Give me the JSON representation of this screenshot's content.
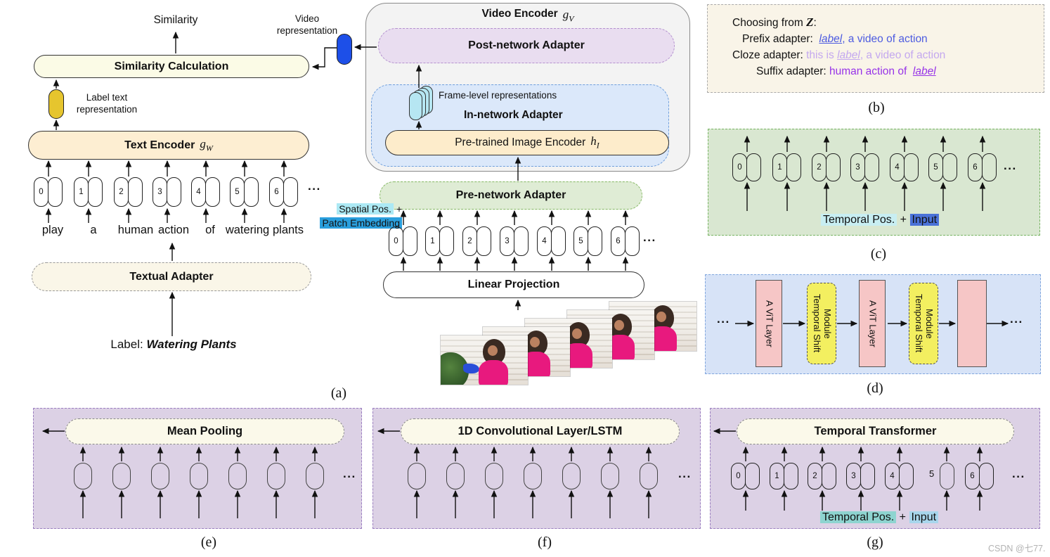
{
  "panel_a": {
    "caption": "(a)",
    "similarity_label": "Similarity",
    "similarity_calculation": "Similarity Calculation",
    "video_representation_line1": "Video",
    "video_representation_line2": "representation",
    "label_repr_line1": "Label text",
    "label_repr_line2": "representation",
    "text_encoder": {
      "title": "Text Encoder",
      "symbol": "g",
      "sub": "W"
    },
    "text_tokens": [
      "0",
      "1",
      "2",
      "3",
      "4",
      "5",
      "6"
    ],
    "words": [
      "play",
      "a",
      "human",
      "action",
      "of",
      "watering",
      "plants"
    ],
    "ellipsis": "...",
    "textual_adapter": "Textual Adapter",
    "label_prefix": "Label: ",
    "label_value": "Watering Plants",
    "video_encoder": {
      "title": "Video Encoder",
      "symbol": "g",
      "sub": "V"
    },
    "post_network_adapter": "Post-network Adapter",
    "in_network_adapter": "In-network Adapter",
    "frame_level": "Frame-level representations",
    "pretrained_image_encoder": {
      "title": "Pre-trained Image Encoder",
      "symbol": "h",
      "sub": "I"
    },
    "pre_network_adapter": "Pre-network Adapter",
    "spatial_pos": "Spatial Pos.",
    "plus": "+",
    "patch_embedding": "Patch  Embedding",
    "patch_tokens": [
      "0",
      "1",
      "2",
      "3",
      "4",
      "5",
      "6"
    ],
    "linear_projection": "Linear Projection"
  },
  "panel_b": {
    "caption": "(b)",
    "choosing": "Choosing from",
    "z_symbol": "Z",
    "colon": ":",
    "prefix_name": "Prefix adapter:",
    "label_word": "label",
    "prefix_rest": ",  a video of action",
    "cloze_name": "Cloze adapter:",
    "cloze_pre": "this is ",
    "cloze_rest": ", a video of action",
    "suffix_name": "Suffix adapter:",
    "suffix_pre": "human action of "
  },
  "panel_c": {
    "caption": "(c)",
    "tokens": [
      "0",
      "1",
      "2",
      "3",
      "4",
      "5",
      "6"
    ],
    "temporal_pos": "Temporal Pos.",
    "plus": "+",
    "input": "Input",
    "ellipsis": "..."
  },
  "panel_d": {
    "caption": "(d)",
    "vit_layer": "A ViT Layer",
    "tsm_line1": "Temporal Shift",
    "tsm_line2": "Module",
    "ellipsis_left": "...",
    "ellipsis_right": "..."
  },
  "panel_e": {
    "caption": "(e)",
    "title": "Mean Pooling",
    "ellipsis": "..."
  },
  "panel_f": {
    "caption": "(f)",
    "title": "1D Convolutional Layer/LSTM",
    "ellipsis": "..."
  },
  "panel_g": {
    "caption": "(g)",
    "title": "Temporal Transformer",
    "tokens": [
      "0",
      "1",
      "2",
      "3",
      "4",
      "5",
      "6"
    ],
    "temporal_pos": "Temporal Pos.",
    "plus": "+",
    "input": "Input",
    "ellipsis": "..."
  },
  "watermark": "CSDN @七77.",
  "colors": {
    "token_text_pos": "#c9bd92",
    "token_text_emb": "#fce8d2",
    "token_patch_pos": "#a3e4f6",
    "token_patch_emb": "#2aa0dc",
    "token_c_pos": "#b3dcee",
    "token_c_emb": "#4a72d8",
    "token_g_pos": "#8ed4d0",
    "token_g_emb": "#a8d6ec",
    "pill_blue": "#a8d8ec",
    "video_repr_pill": "#1d4fe8",
    "label_repr_pill": "#e6c52e",
    "stack_pill": "#b6e6f2",
    "sim_calc_bg": "#fbfbe6",
    "text_encoder_bg": "#fdeed2",
    "textual_adapter_bg": "#faf6e8",
    "video_box_bg": "#f3f3f3",
    "post_network_bg": "#e9ddf0",
    "in_network_bg": "#dbe8fa",
    "pie_bg": "#fdeccb",
    "pre_network_bg": "#dfecd5",
    "panel_b_bg": "#f9f4e8",
    "panel_c_bg": "#d9e7d1",
    "panel_d_bg": "#d7e3f7",
    "bottom_panel_bg": "#dcd1e5",
    "cream_pill_bg": "#fbf9ea",
    "vit_block": "#f6c6c6",
    "tsm_block": "#f3ef60",
    "hl_spatial": "#ace9f4",
    "hl_patch": "#2a9fdd",
    "hl_c_pos": "#c8eef2",
    "hl_c_input": "#4a72d8",
    "hl_g_pos": "#8ed4d0",
    "hl_g_input": "#a8d6ec",
    "prefix_text": "#4d5be0",
    "cloze_text": "#c4a8ef",
    "suffix_text": "#9733e8"
  }
}
